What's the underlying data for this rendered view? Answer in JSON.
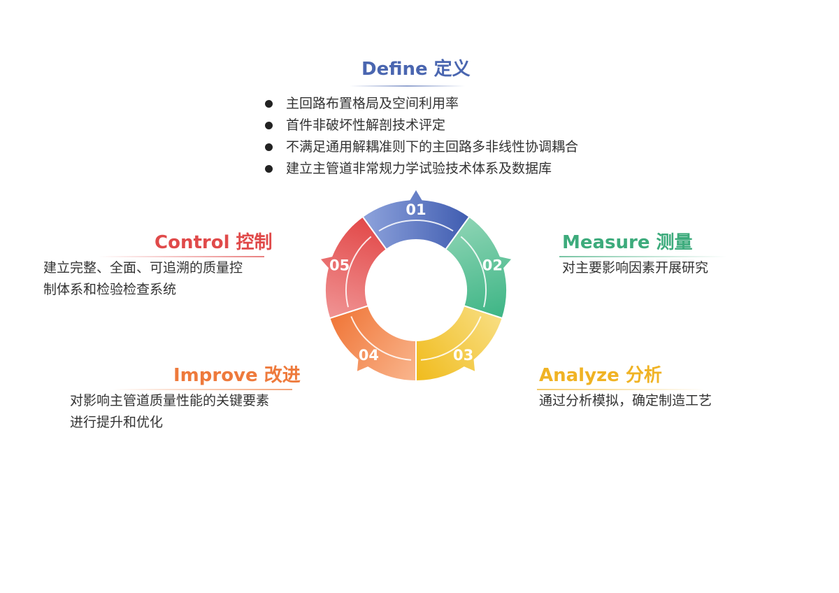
{
  "define": {
    "title": "Define 定义",
    "color": "#4a66b0",
    "items": [
      "主回路布置格局及空间利用率",
      "首件非破坏性解剖技术评定",
      "不满足通用解耦准则下的主回路多非线性协调耦合",
      "建立主管道非常规力学试验技术体系及数据库"
    ]
  },
  "measure": {
    "title": "Measure 测量",
    "color": "#3dab7c",
    "text": "对主要影响因素开展研究"
  },
  "analyze": {
    "title": "Analyze 分析",
    "color": "#f0b324",
    "text": "通过分析模拟，确定制造工艺"
  },
  "improve": {
    "title": "Improve 改进",
    "color": "#ee7a3c",
    "lines": [
      "对影响主管道质量性能的关键要素",
      "进行提升和优化"
    ]
  },
  "control": {
    "title": "Control 控制",
    "color": "#e04a4a",
    "lines": [
      "建立完整、全面、可追溯的质量控",
      "制体系和检验检查系统"
    ]
  },
  "cycle": {
    "segments": [
      {
        "number": "01",
        "stage": "define",
        "dark": "#3f5cb0",
        "light": "#8ea3dc"
      },
      {
        "number": "02",
        "stage": "measure",
        "dark": "#3db585",
        "light": "#8dd4b4"
      },
      {
        "number": "03",
        "stage": "analyze",
        "dark": "#f0bb1c",
        "light": "#f8de82"
      },
      {
        "number": "04",
        "stage": "improve",
        "dark": "#f07638",
        "light": "#f9b68e"
      },
      {
        "number": "05",
        "stage": "control",
        "dark": "#e24848",
        "light": "#f09494"
      }
    ]
  }
}
